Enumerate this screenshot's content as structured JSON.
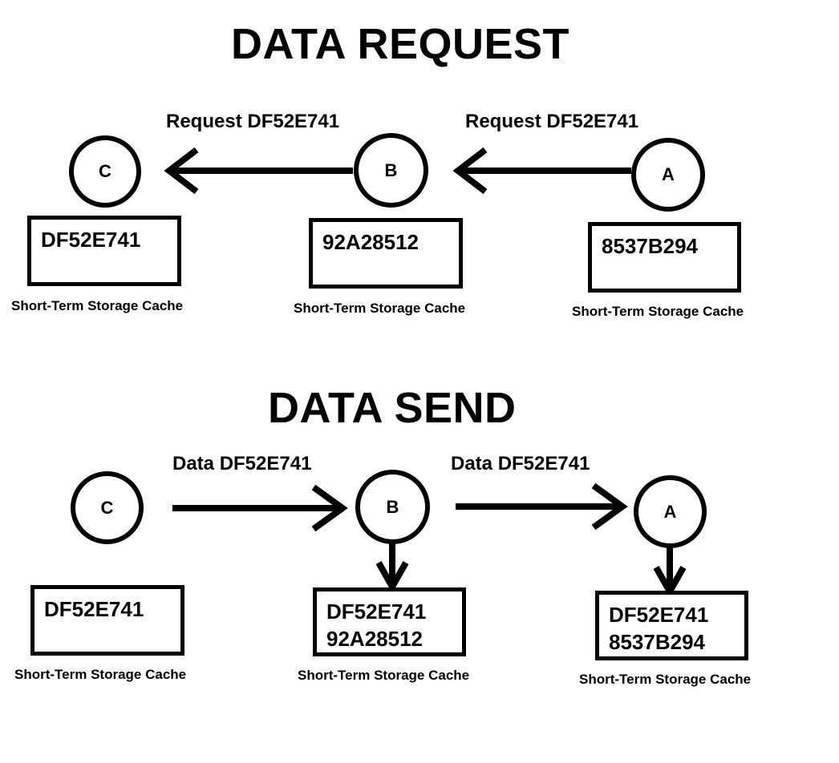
{
  "theme": {
    "background": "#ffffff",
    "stroke": "#000000",
    "text": "#000000"
  },
  "sections": [
    {
      "id": "data-request",
      "title": "DATA REQUEST",
      "nodes": [
        {
          "id": "C",
          "label": "C"
        },
        {
          "id": "B",
          "label": "B"
        },
        {
          "id": "A",
          "label": "A"
        }
      ],
      "edges": [
        {
          "id": "b-to-c",
          "label": "Request DF52E741",
          "direction": "left",
          "from": "B",
          "to": "C"
        },
        {
          "id": "a-to-b",
          "label": "Request DF52E741",
          "direction": "left",
          "from": "A",
          "to": "B"
        }
      ],
      "caches": [
        {
          "owner": "C",
          "lines": [
            "DF52E741"
          ],
          "caption": "Short-Term Storage Cache"
        },
        {
          "owner": "B",
          "lines": [
            "92A28512"
          ],
          "caption": "Short-Term Storage Cache"
        },
        {
          "owner": "A",
          "lines": [
            "8537B294"
          ],
          "caption": "Short-Term Storage Cache"
        }
      ]
    },
    {
      "id": "data-send",
      "title": "DATA SEND",
      "nodes": [
        {
          "id": "C",
          "label": "C"
        },
        {
          "id": "B",
          "label": "B"
        },
        {
          "id": "A",
          "label": "A"
        }
      ],
      "edges": [
        {
          "id": "c-to-b",
          "label": "Data DF52E741",
          "direction": "right",
          "from": "C",
          "to": "B"
        },
        {
          "id": "b-to-a",
          "label": "Data DF52E741",
          "direction": "right",
          "from": "B",
          "to": "A"
        }
      ],
      "store_arrows": [
        {
          "id": "b-store",
          "from": "B",
          "to": "cache-B"
        },
        {
          "id": "a-store",
          "from": "A",
          "to": "cache-A"
        }
      ],
      "caches": [
        {
          "owner": "C",
          "lines": [
            "DF52E741"
          ],
          "caption": "Short-Term Storage Cache"
        },
        {
          "owner": "B",
          "lines": [
            "DF52E741",
            "92A28512"
          ],
          "caption": "Short-Term Storage Cache"
        },
        {
          "owner": "A",
          "lines": [
            "DF52E741",
            "8537B294"
          ],
          "caption": "Short-Term Storage Cache"
        }
      ]
    }
  ]
}
